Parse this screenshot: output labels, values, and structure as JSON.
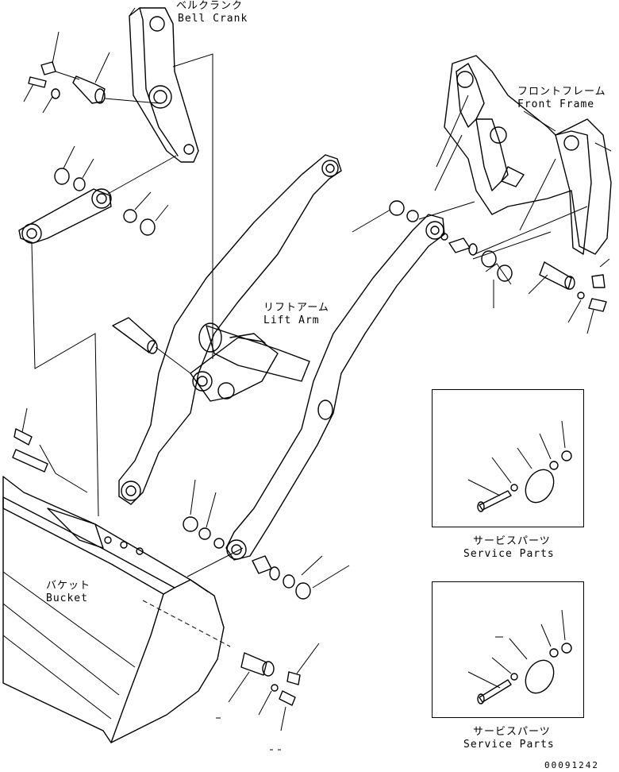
{
  "labels": {
    "bell_crank_jp": "ベルクランク",
    "bell_crank_en": "Bell Crank",
    "front_frame_jp": "フロントフレーム",
    "front_frame_en": "Front Frame",
    "lift_arm_jp": "リフトアーム",
    "lift_arm_en": "Lift Arm",
    "bucket_jp": "バケット",
    "bucket_en": "Bucket",
    "service_parts_1_jp": "サービスパーツ",
    "service_parts_1_en": "Service Parts",
    "service_parts_2_jp": "サービスパーツ",
    "service_parts_2_en": "Service Parts",
    "drawing_number": "00091242"
  }
}
